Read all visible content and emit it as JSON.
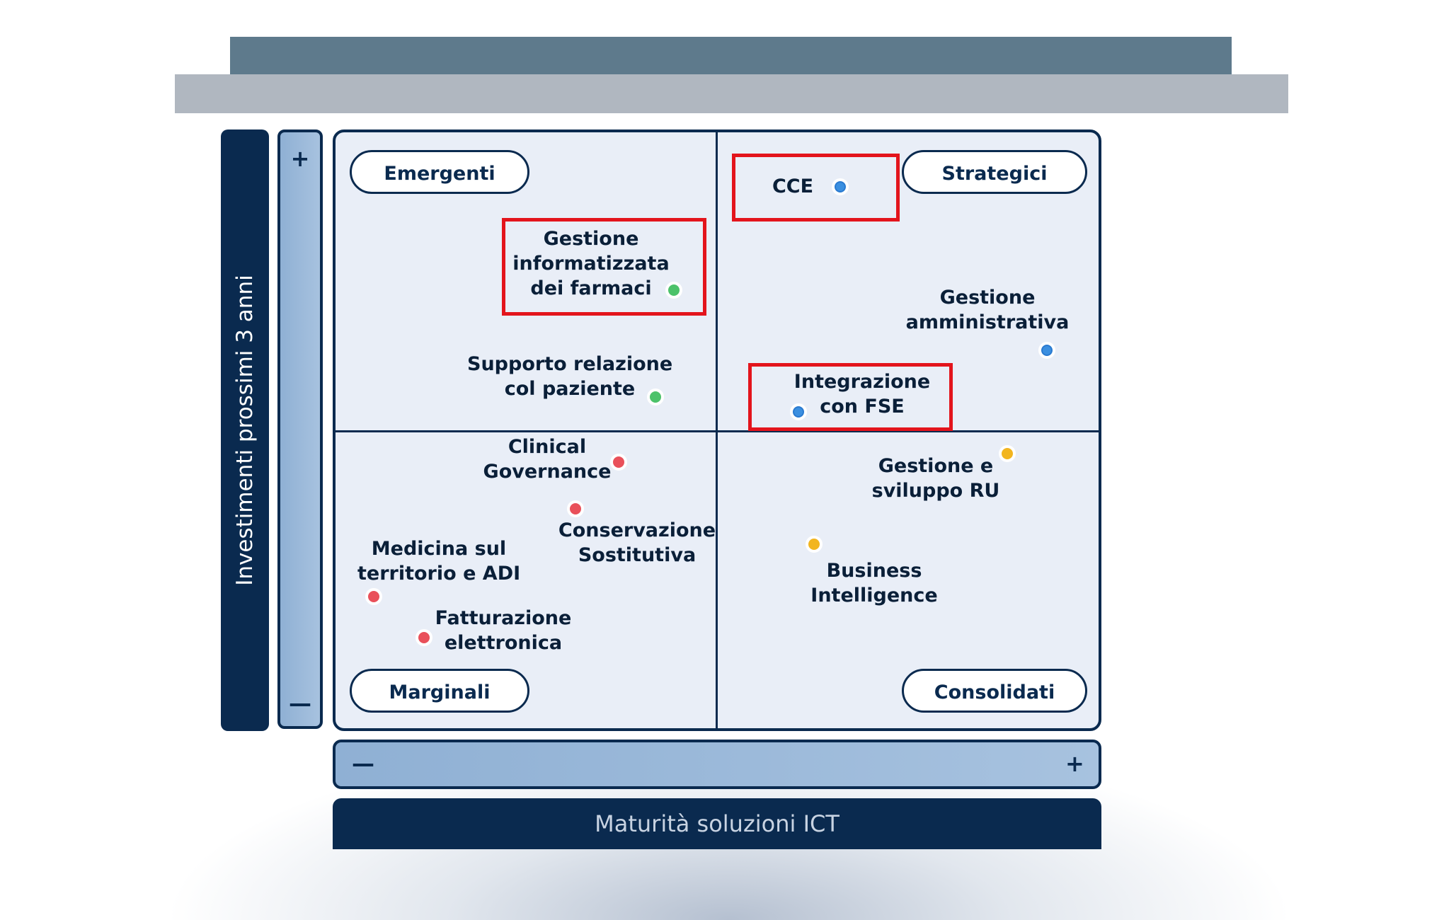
{
  "axes": {
    "y_title": "Investimenti prossimi 3 anni",
    "y_high": "+",
    "y_low": "—",
    "x_title": "Maturità soluzioni ICT",
    "x_low": "—",
    "x_high": "+"
  },
  "quadrants": {
    "top_left": "Emergenti",
    "top_right": "Strategici",
    "bottom_left": "Marginali",
    "bottom_right": "Consolidati"
  },
  "items": {
    "gestione_farmaci": {
      "lines": [
        "Gestione",
        "informatizzata",
        "dei farmaci"
      ],
      "color": "#4cc26a",
      "highlighted": true
    },
    "supporto_paziente": {
      "lines": [
        "Supporto relazione",
        "col paziente"
      ],
      "color": "#4cc26a",
      "highlighted": false
    },
    "cce": {
      "lines": [
        "CCE"
      ],
      "color": "#3b8fe0",
      "highlighted": true
    },
    "gestione_amministrativa": {
      "lines": [
        "Gestione",
        "amministrativa"
      ],
      "color": "#3b8fe0",
      "highlighted": false
    },
    "integrazione_fse": {
      "lines": [
        "Integrazione",
        "con FSE"
      ],
      "color": "#3b8fe0",
      "highlighted": true
    },
    "clinical_governance": {
      "lines": [
        "Clinical",
        "Governance"
      ],
      "color": "#e9505a",
      "highlighted": false
    },
    "conservazione_sostitutiva": {
      "lines": [
        "Conservazione",
        "Sostitutiva"
      ],
      "color": "#e9505a",
      "highlighted": false
    },
    "medicina_territorio": {
      "lines": [
        "Medicina sul",
        "territorio e ADI"
      ],
      "color": "#e9505a",
      "highlighted": false
    },
    "fatturazione_elettronica": {
      "lines": [
        "Fatturazione",
        "elettronica"
      ],
      "color": "#e9505a",
      "highlighted": false
    },
    "gestione_sviluppo_ru": {
      "lines": [
        "Gestione e",
        "sviluppo RU"
      ],
      "color": "#f2b51f",
      "highlighted": false
    },
    "business_intelligence": {
      "lines": [
        "Business",
        "Intelligence"
      ],
      "color": "#f2b51f",
      "highlighted": false
    }
  }
}
